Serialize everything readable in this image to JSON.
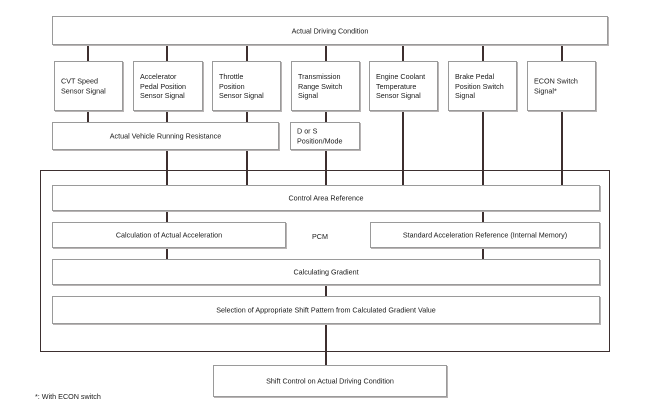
{
  "diagram": {
    "title_box": {
      "label": "Actual Driving Condition"
    },
    "sensor_boxes": [
      {
        "id": "cvt-speed-sensor-signal",
        "label": "CVT Speed\nSensor Signal"
      },
      {
        "id": "accelerator-pedal-position-sensor-signal",
        "label": "Accelerator\nPedal Position\nSensor Signal"
      },
      {
        "id": "throttle-position-sensor-signal",
        "label": "Throttle\nPosition\nSensor Signal"
      },
      {
        "id": "transmission-range-switch-signal",
        "label": "Transmission\nRange Switch\nSignal"
      },
      {
        "id": "engine-coolant-temperature-sensor-signal",
        "label": "Engine Coolant\nTemperature\nSensor Signal"
      },
      {
        "id": "brake-pedal-position-switch-signal",
        "label": "Brake Pedal\nPosition Switch\nSignal"
      },
      {
        "id": "econ-switch-signal",
        "label": "ECON Switch\nSignal*"
      }
    ],
    "intermediate_boxes": [
      {
        "id": "actual-vehicle-running-resistance",
        "label": "Actual Vehicle Running Resistance"
      },
      {
        "id": "d-or-s-position-mode",
        "label": "D or S\nPosition/Mode"
      }
    ],
    "pcm": {
      "label": "PCM",
      "boxes": [
        {
          "id": "control-area-reference",
          "label": "Control Area Reference"
        },
        {
          "id": "calculation-of-actual-acceleration",
          "label": "Calculation of Actual Acceleration"
        },
        {
          "id": "standard-acceleration-reference",
          "label": "Standard Acceleration Reference (Internal Memory)"
        },
        {
          "id": "calculating-gradient",
          "label": "Calculating Gradient"
        },
        {
          "id": "selection-of-shift-pattern",
          "label": "Selection of Appropriate Shift Pattern from Calculated Gradient Value"
        }
      ]
    },
    "output_box": {
      "label": "Shift Control on Actual Driving Condition"
    },
    "footnote": {
      "label": "*: With ECON switch"
    }
  }
}
